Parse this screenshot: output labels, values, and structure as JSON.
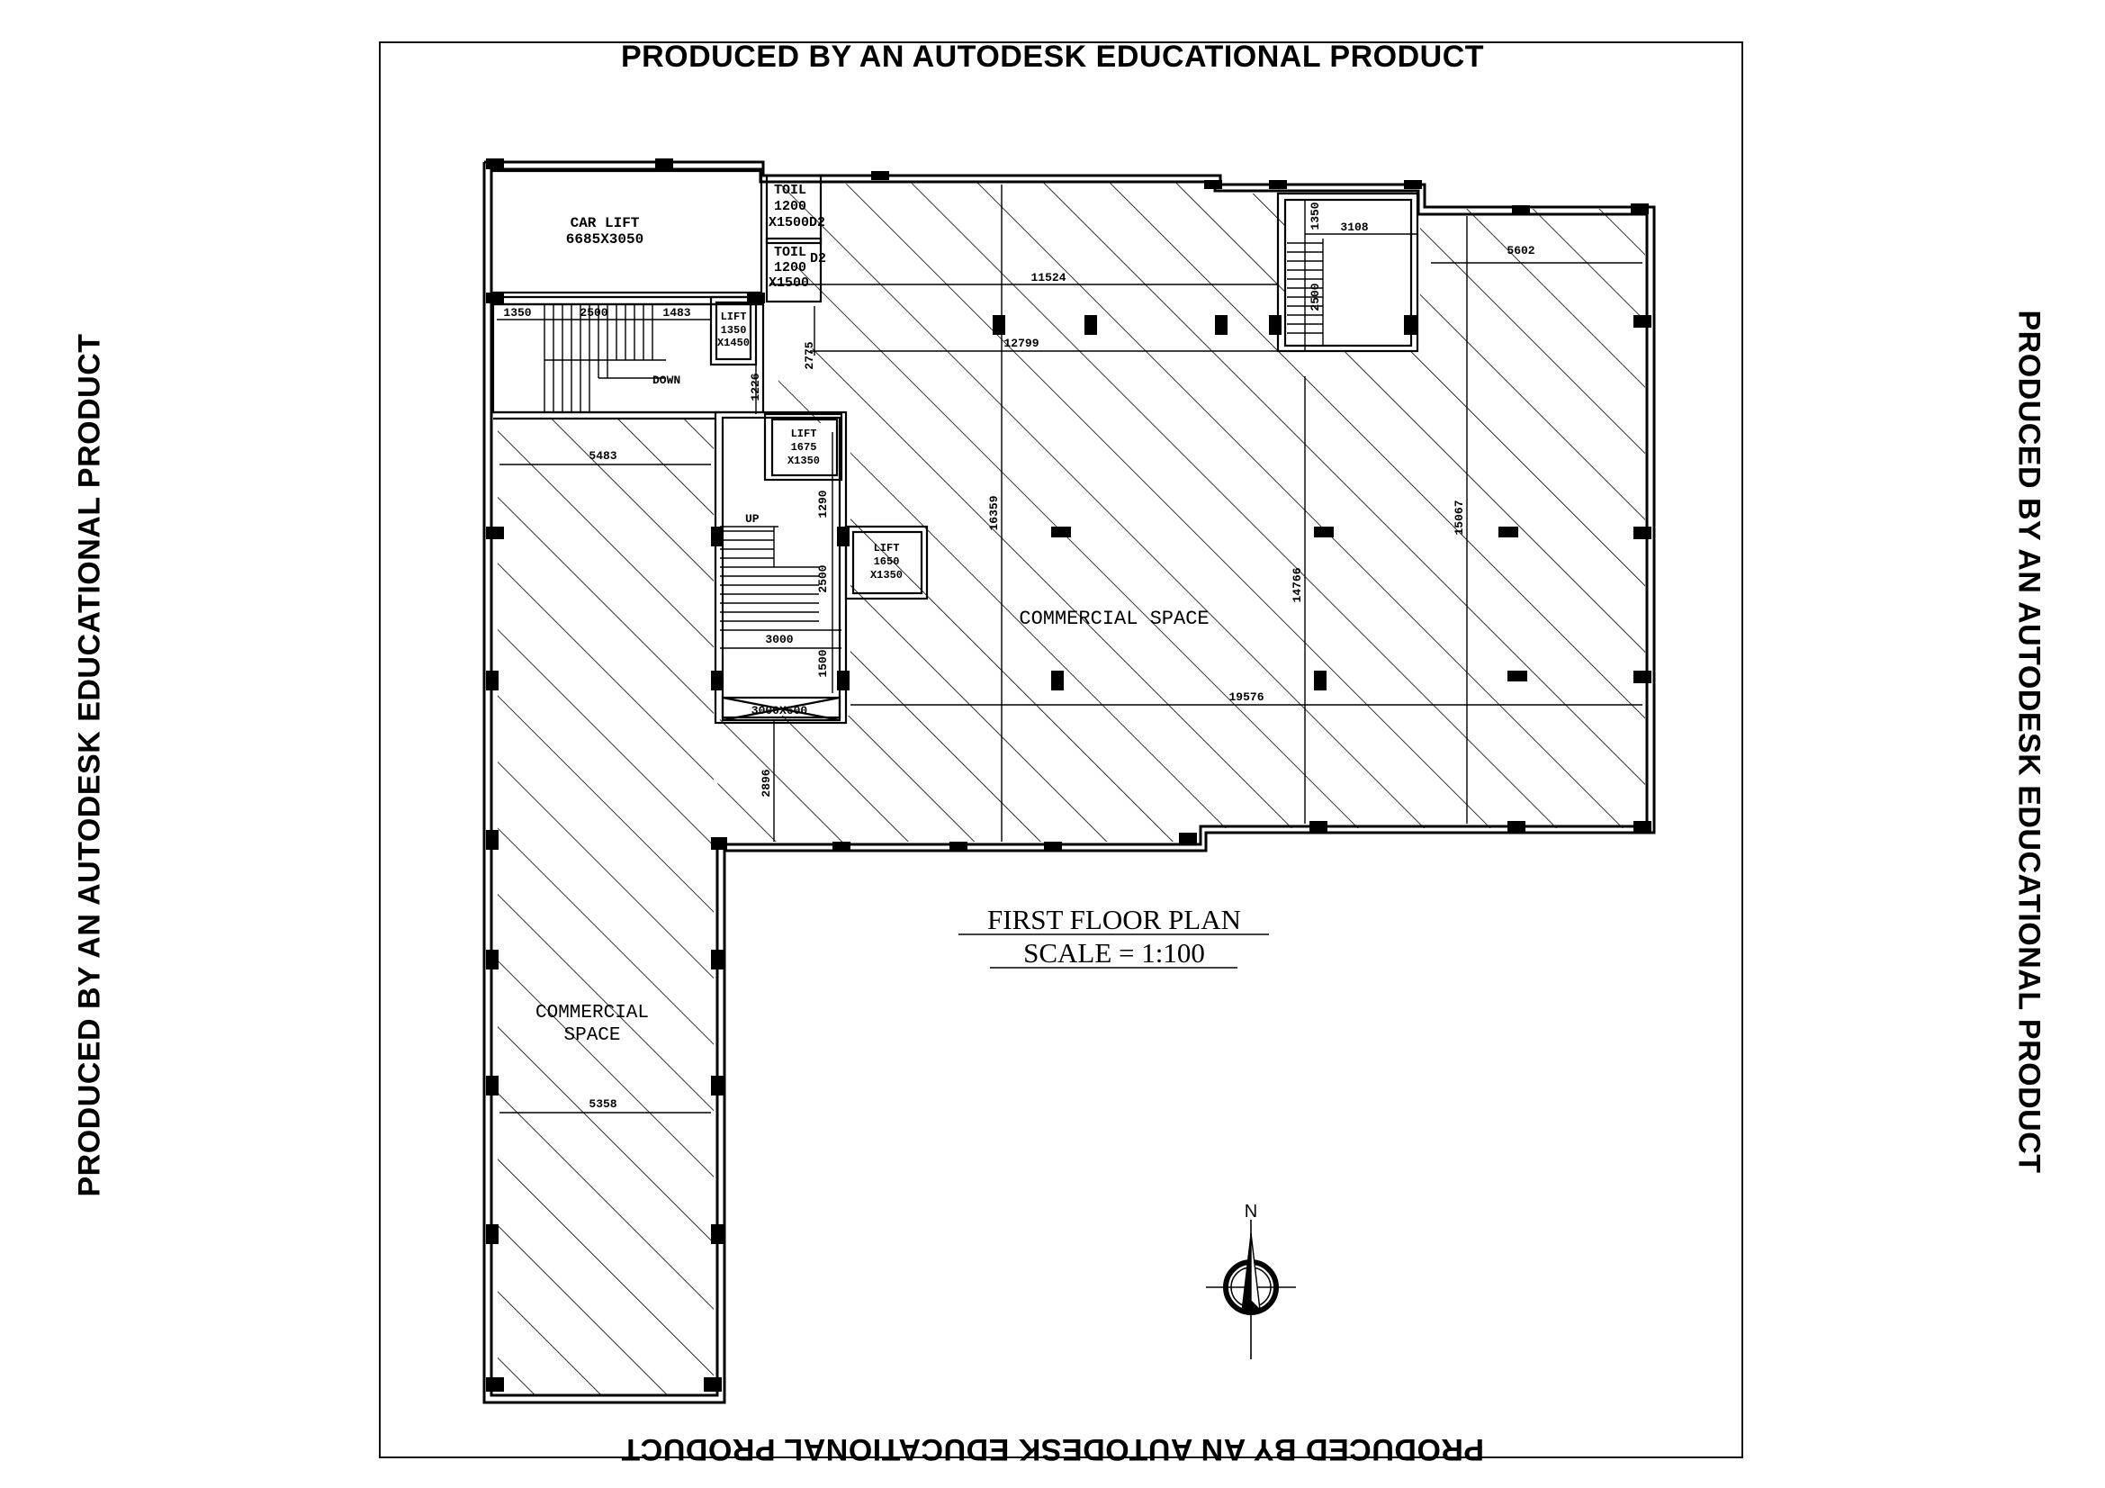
{
  "watermark": "PRODUCED BY AN AUTODESK EDUCATIONAL PRODUCT",
  "title": "FIRST FLOOR PLAN",
  "scale": "SCALE = 1:100",
  "rooms": {
    "car_lift": "CAR LIFT",
    "car_lift_size": "6685X3050",
    "toil1": "TOIL",
    "toil1_w": "1200",
    "toil1_d": "X1500D2",
    "toil2": "TOIL",
    "toil2_w": "1200",
    "toil2_d": "D2",
    "toil2_d2": "X1500",
    "lift1": "LIFT",
    "lift1_a": "1350",
    "lift1_b": "X1450",
    "lift2": "LIFT",
    "lift2_a": "1675",
    "lift2_b": "X1350",
    "lift3": "LIFT",
    "lift3_a": "1650",
    "lift3_b": "X1350",
    "commercial_main": "COMMERCIAL  SPACE",
    "commercial_left_1": "COMMERCIAL",
    "commercial_left_2": "SPACE",
    "down": "DOWN",
    "up": "UP",
    "opening": "3000X600"
  },
  "dimensions": {
    "d1350a": "1350",
    "d2500a": "2500",
    "d1483": "1483",
    "d1226": "1226",
    "d2775": "2775",
    "d11524": "11524",
    "d12799": "12799",
    "d1350b": "1350",
    "d3108": "3108",
    "d2500b": "2500",
    "d5602": "5602",
    "d5483": "5483",
    "d1290": "1290",
    "d2500c": "2500",
    "d3000": "3000",
    "d1500": "1500",
    "d16359": "16359",
    "d14766": "14766",
    "d15067": "15067",
    "d19576": "19576",
    "d2896": "2896",
    "d5358": "5358"
  },
  "compass": {
    "north": "N"
  }
}
